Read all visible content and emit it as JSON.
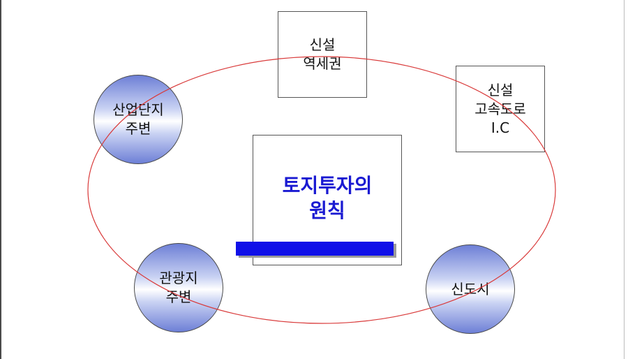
{
  "diagram": {
    "center": {
      "lines": [
        "토지투자의",
        "원칙"
      ],
      "text_color": "#1a1ad2",
      "bar_color": "#1010e8"
    },
    "boxes": {
      "new_station": {
        "lines": [
          "신설",
          "역세권"
        ]
      },
      "new_highway_ic": {
        "lines": [
          "신설",
          "고속도로",
          "I.C"
        ]
      }
    },
    "circles": {
      "industrial_complex": {
        "lines": [
          "산업단지",
          "주변"
        ]
      },
      "tourist_area": {
        "lines": [
          "관광지",
          "주변"
        ]
      },
      "new_city": {
        "lines": [
          "신도시"
        ]
      }
    },
    "colors": {
      "ring": "#d93a3a",
      "circle_gradient_dark": "#6d7fd6",
      "circle_gradient_light": "#ffffff",
      "box_border": "#555555"
    }
  }
}
